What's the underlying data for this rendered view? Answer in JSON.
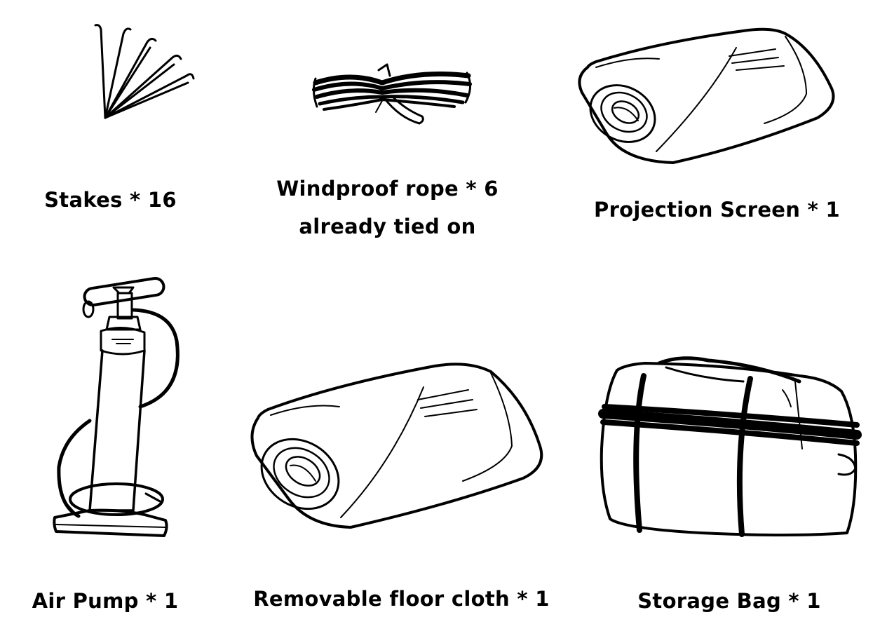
{
  "items": [
    {
      "id": "stakes",
      "lines": [
        "Stakes * 16"
      ],
      "icon": "stakes-icon"
    },
    {
      "id": "rope",
      "lines": [
        "Windproof rope * 6",
        "already tied on"
      ],
      "icon": "rope-icon"
    },
    {
      "id": "screen",
      "lines": [
        "Projection Screen * 1"
      ],
      "icon": "rolled-screen-icon"
    },
    {
      "id": "pump",
      "lines": [
        "Air Pump * 1"
      ],
      "icon": "air-pump-icon"
    },
    {
      "id": "floor",
      "lines": [
        "Removable floor cloth * 1"
      ],
      "icon": "rolled-floor-cloth-icon"
    },
    {
      "id": "bag",
      "lines": [
        "Storage Bag * 1"
      ],
      "icon": "storage-bag-icon"
    }
  ],
  "colors": {
    "ink": "#000000",
    "background": "#ffffff"
  }
}
